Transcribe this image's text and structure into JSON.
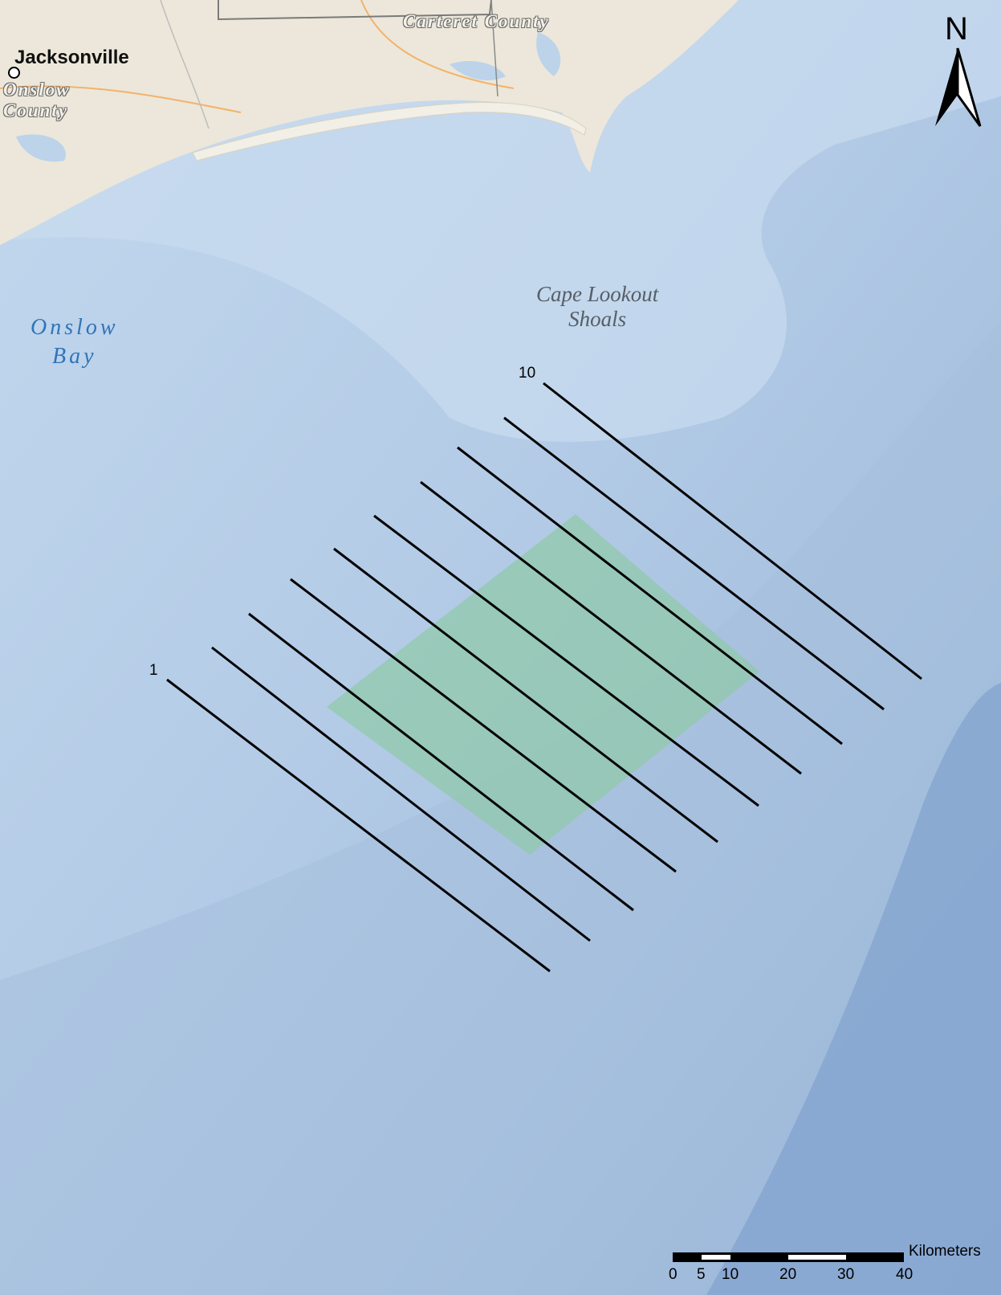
{
  "map": {
    "places": {
      "jacksonville": "Jacksonville",
      "onslow_county": [
        "Onslow",
        "County"
      ],
      "carteret_county": "Carteret County",
      "onslow_bay": [
        "Onslow",
        "Bay"
      ],
      "cape_lookout_shoals": [
        "Cape Lookout",
        "Shoals"
      ]
    },
    "transect_labels": {
      "first": "1",
      "last": "10"
    },
    "transect_count": 10,
    "north_arrow": {
      "letter": "N"
    },
    "scale_bar": {
      "unit": "Kilometers",
      "ticks": [
        "0",
        "5",
        "10",
        "20",
        "30",
        "40"
      ]
    },
    "colors": {
      "ocean_shallow": "#bcd3ea",
      "ocean_deep": "#7d9fc8",
      "land": "#ece7da",
      "study_area": "#8fc9a6",
      "transect_line": "#000000"
    }
  }
}
